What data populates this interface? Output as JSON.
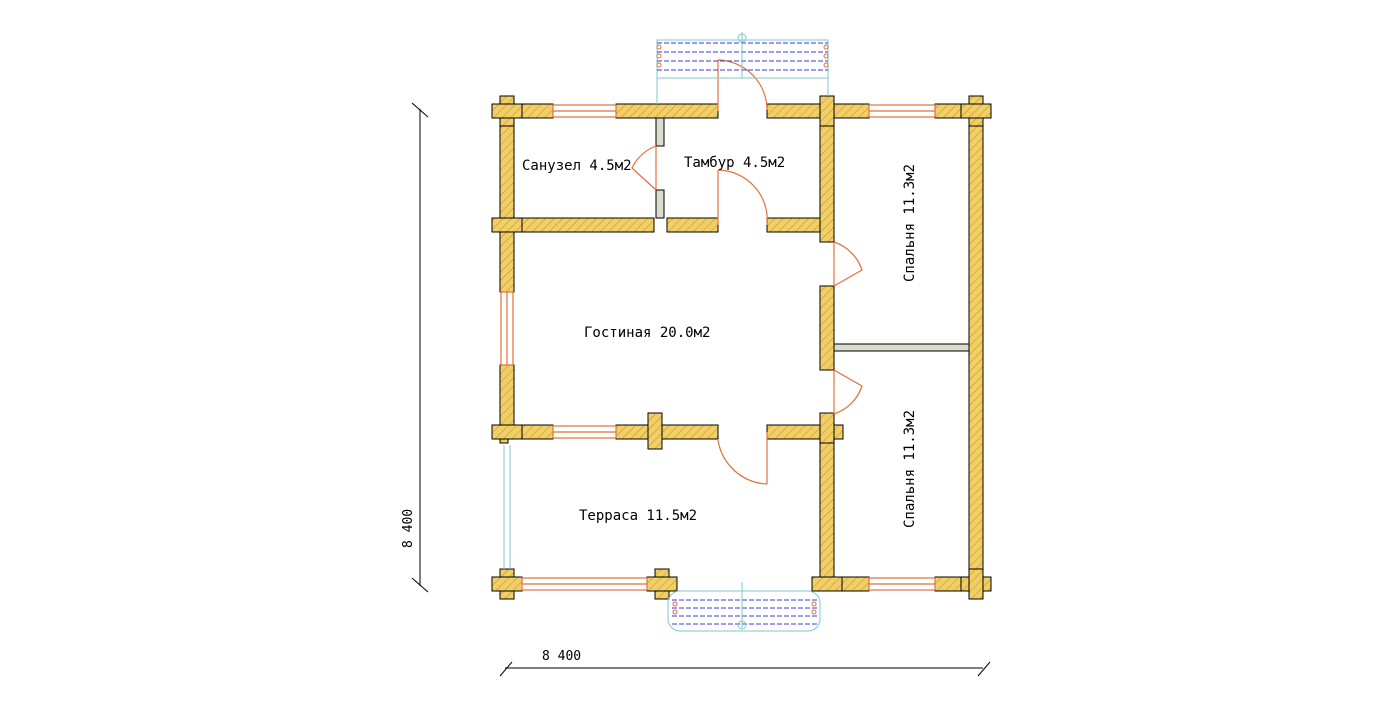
{
  "rooms": {
    "sanuzel": "Санузел 4.5м2",
    "tambur": "Тамбур 4.5м2",
    "spalnya_top": "Спальня 11.3м2",
    "gostinaya": "Гостиная 20.0м2",
    "spalnya_bottom": "Спальня 11.3м2",
    "terrasa": "Терраса 11.5м2"
  },
  "dimensions": {
    "width": "8 400",
    "height": "8 400"
  },
  "colors": {
    "wall_fill": "#f2cf66",
    "wall_hatch": "#b8902a",
    "outline": "#000000",
    "door": "#e2703a",
    "window": "#e2703a",
    "stair_blue": "#3a3ae0",
    "stair_cyan": "#7ec8d0",
    "partition": "#c8c8b0"
  }
}
